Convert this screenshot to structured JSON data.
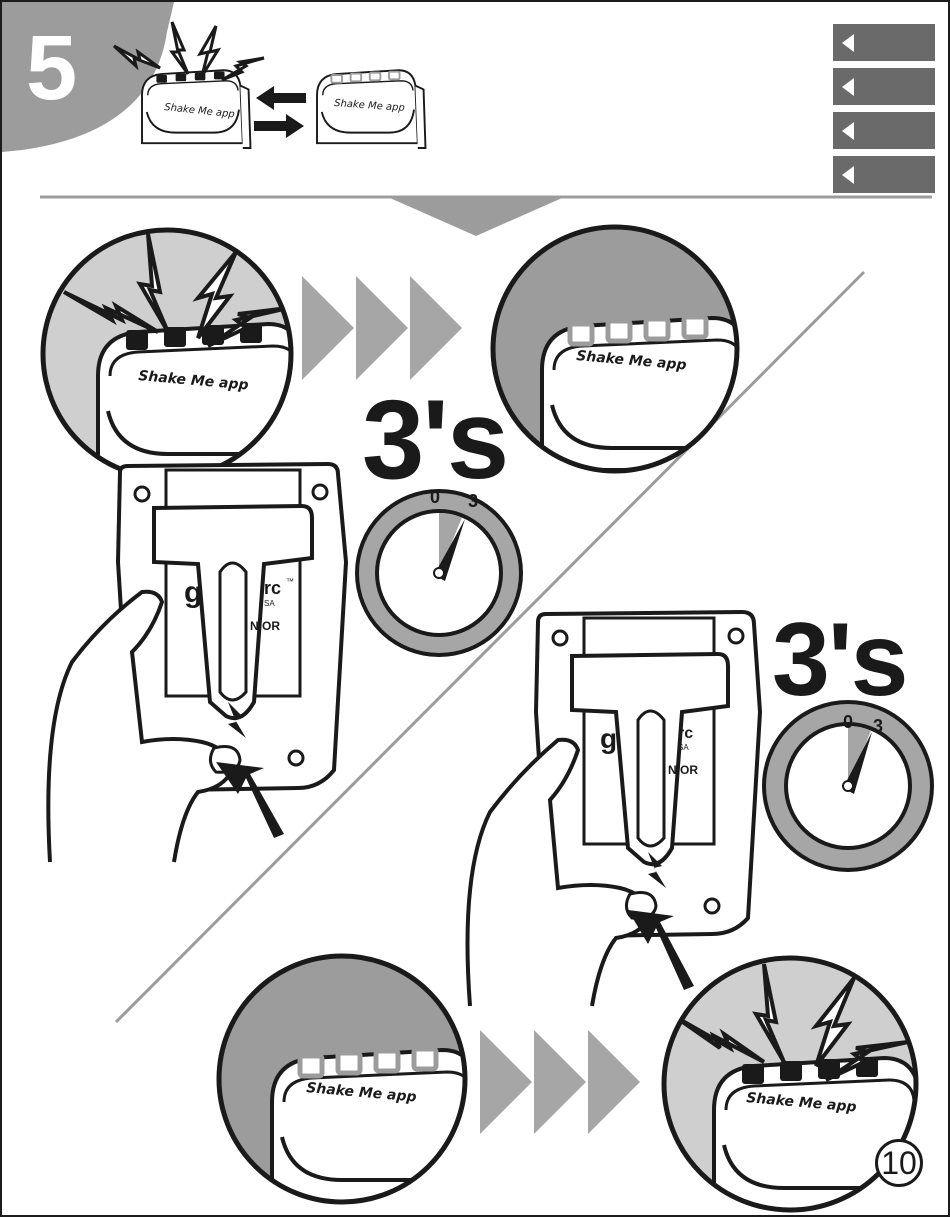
{
  "step": {
    "number": "5"
  },
  "language_tabs": [
    {
      "icon": "triangle-left-icon"
    },
    {
      "icon": "triangle-left-icon"
    },
    {
      "icon": "triangle-left-icon"
    },
    {
      "icon": "triangle-left-icon"
    }
  ],
  "device": {
    "brand_label": "Shake Me app",
    "logo_letter": "g",
    "logo_text": "rc",
    "trademark": "™",
    "logo_sub": "SA",
    "model_partial": "NIOR"
  },
  "timer": {
    "duration_label": "3's",
    "dial_start": "0",
    "dial_end": "3",
    "elapsed_fraction": 0.0625
  },
  "page": {
    "number": "10"
  },
  "colors": {
    "ink": "#1a1a1a",
    "tab_gray": "#6a6a6a",
    "panel_gray": "#9c9c9c",
    "light_gray": "#cfcfcf",
    "arrow_gray": "#a6a6a6"
  }
}
